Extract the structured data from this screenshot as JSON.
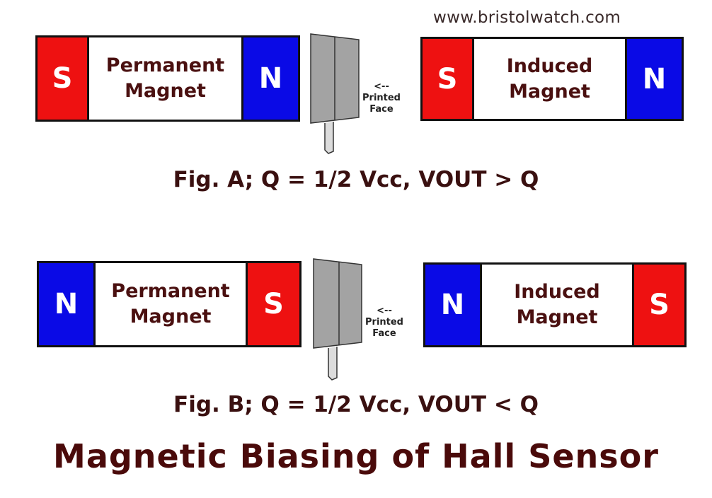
{
  "website": "www.bristolwatch.com",
  "colors": {
    "south_pole": "#ee1111",
    "north_pole": "#0a0ae6",
    "sensor_body": "#a3a3a3",
    "text_dark_red": "#4a1010"
  },
  "fig_a": {
    "permanent_magnet": {
      "left_pole": "S",
      "label": "Permanent\nMagnet",
      "right_pole": "N"
    },
    "sensor_face_label": "<--\nPrinted\nFace",
    "induced_magnet": {
      "left_pole": "S",
      "label": "Induced\nMagnet",
      "right_pole": "N"
    },
    "caption": "Fig. A; Q = 1/2 Vcc, VOUT > Q"
  },
  "fig_b": {
    "permanent_magnet": {
      "left_pole": "N",
      "label": "Permanent\nMagnet",
      "right_pole": "S"
    },
    "sensor_face_label": "<--\nPrinted\nFace",
    "induced_magnet": {
      "left_pole": "N",
      "label": "Induced\nMagnet",
      "right_pole": "S"
    },
    "caption": "Fig. B; Q = 1/2 Vcc, VOUT < Q"
  },
  "title": "Magnetic Biasing of Hall Sensor"
}
